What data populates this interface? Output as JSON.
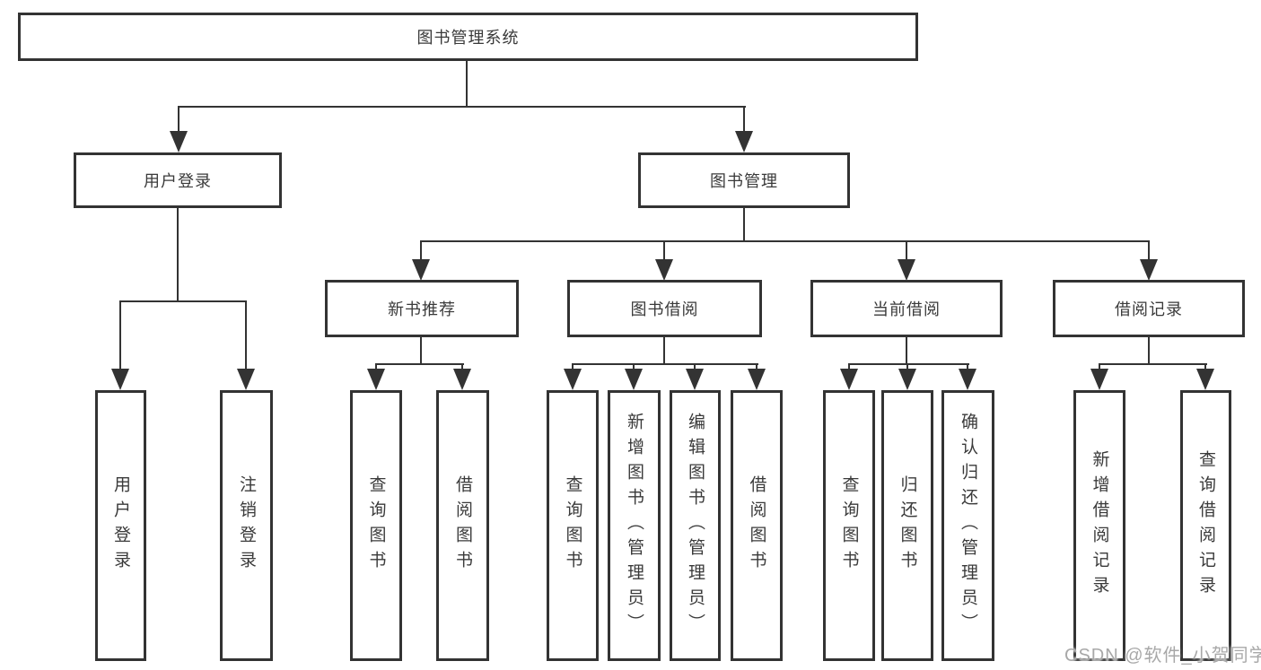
{
  "diagram": {
    "root_label": "图书管理系统",
    "branches": [
      {
        "label": "用户登录",
        "leaves": [
          "用户登录",
          "注销登录"
        ]
      },
      {
        "label": "图书管理",
        "sections": [
          {
            "label": "新书推荐",
            "leaves": [
              "查询图书",
              "借阅图书"
            ]
          },
          {
            "label": "图书借阅",
            "leaves": [
              "查询图书",
              "新增图书（管理员）",
              "编辑图书（管理员）",
              "借阅图书"
            ]
          },
          {
            "label": "当前借阅",
            "leaves": [
              "查询图书",
              "归还图书",
              "确认归还（管理员）"
            ]
          },
          {
            "label": "借阅记录",
            "leaves": [
              "新增借阅记录",
              "查询借阅记录"
            ]
          }
        ]
      }
    ],
    "watermark": "CSDN @软件_小贺同学",
    "colors": {
      "line": "#333333",
      "text": "#3a3a3a",
      "watermark": "#a8a8a8",
      "background": "#ffffff"
    }
  }
}
